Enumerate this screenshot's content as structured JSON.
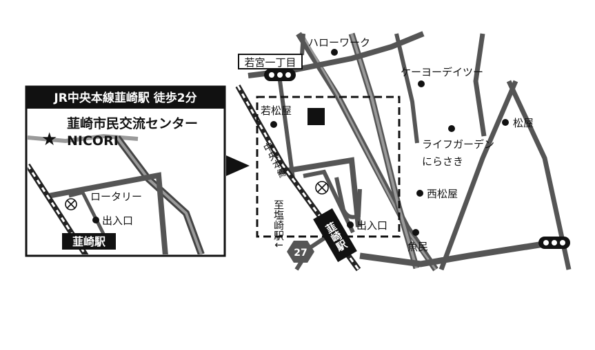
{
  "inset": {
    "header": "JR中央本線韮崎駅 徒歩2分",
    "destination_line1": "韮崎市民交流センター",
    "destination_line2": "NICORI",
    "rotary": "ロータリー",
    "entrance": "出入口",
    "station": "韮崎駅"
  },
  "main": {
    "hello_work": "ハローワーク",
    "wakamiya": "若宮一丁目",
    "k_yodeitsu": "ケーヨーデイツー",
    "wakamatsuya": "若松屋",
    "matsuya": "松屋",
    "life_garden_1": "ライフガーデン",
    "life_garden_2": "にらさき",
    "rail_line": "中央本線",
    "nishi_matsuya": "西松屋",
    "to_shiozaki": "至塩崎駅↓",
    "entrance": "出入口",
    "uomin": "魚民",
    "station": "韮崎駅",
    "route_number": "27"
  },
  "colors": {
    "road": "#555555",
    "road_light": "#9a9a9a",
    "ink": "#111111",
    "background": "#ffffff"
  }
}
